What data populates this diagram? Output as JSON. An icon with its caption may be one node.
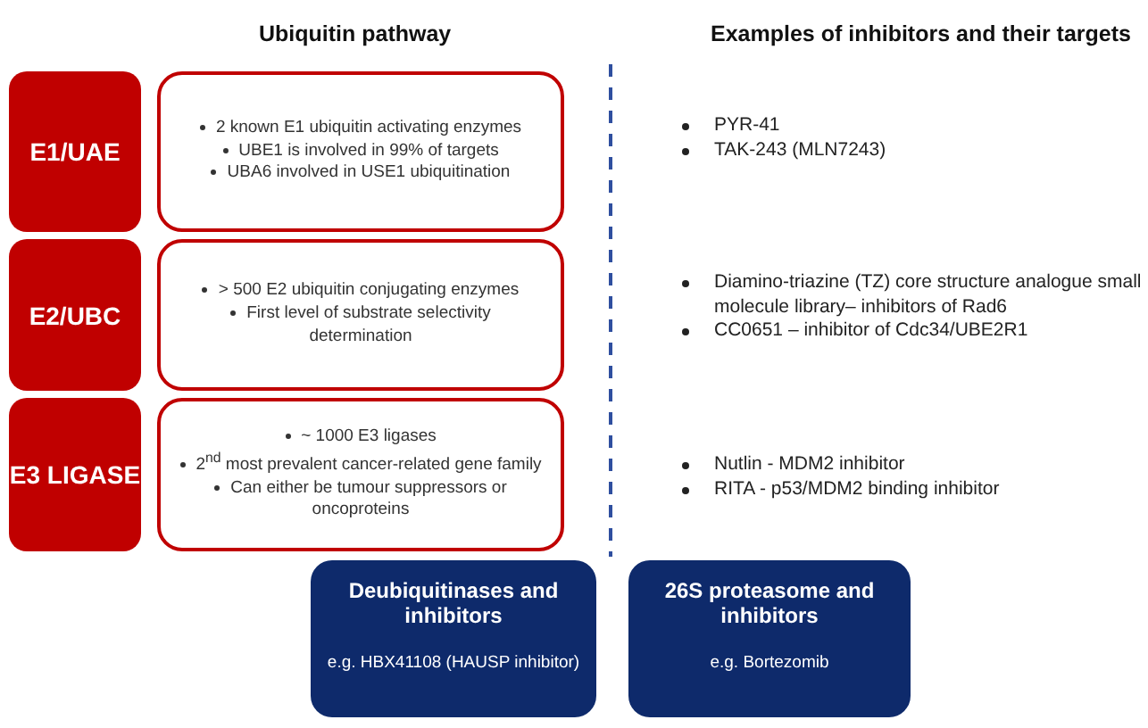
{
  "diagram": {
    "nodes": [
      {
        "text": [
          "E1/UAE"
        ]
      },
      {
        "text": [
          "2 known E1 ubiquitin activating enzymes",
          "UBE1 is involved in 99% of targets",
          "UBA6 involved in USE1 ubiquitination"
        ]
      },
      {
        "text": [
          "E2/UBC"
        ]
      },
      {
        "text": [
          "> 500 E2 ubiquitin conjugating enzymes",
          "First level of substrate selectivity determination"
        ]
      },
      {
        "text": [
          "E3 LIGASE"
        ]
      },
      {
        "text": [
          "~ 1000 E3 ligases",
          "2$^{nd}$ most prevalent cancer-related gene family",
          "Can either be tumour suppressors or oncoproteins"
        ]
      },
      {
        "text": [
          "Deubiquitinases and inhibitors",
          "e.g. HBX41108 (HAUSP inhibitor)"
        ]
      },
      {
        "text": [
          "26S proteasome and inhibitors",
          "e.g. Bortezomib"
        ]
      }
    ],
    "edges": [],
    "labels": [
      "Ubiquitin pathway",
      "Examples of inhibitors and their targets",
      "PYR-41",
      "TAK-243 (MLN7243)",
      "Diamino-triazine (TZ) core structure analogue small molecule library– inhibitors of Rad6",
      "CC0651 – inhibitor of Cdc34/UBE2R1",
      "Nutlin - MDM2 inhibitor",
      "RITA - p53/MDM2 binding inhibitor"
    ]
  }
}
